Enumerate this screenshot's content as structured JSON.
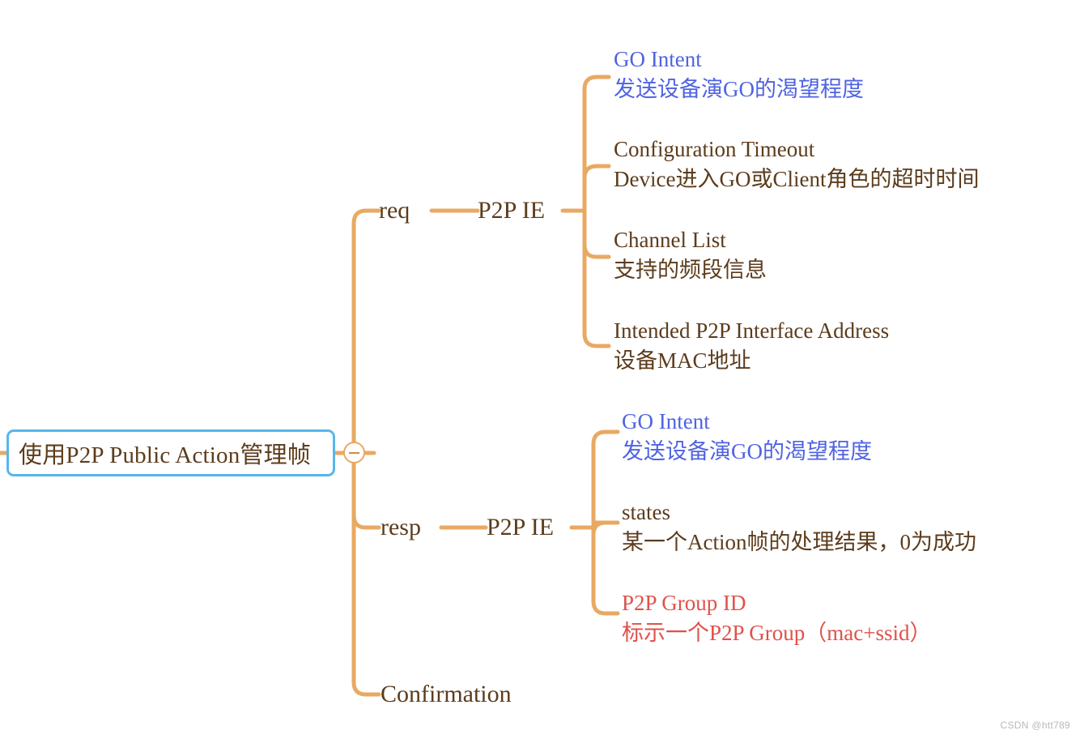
{
  "diagram": {
    "type": "mind-map",
    "orientation": "left-to-right",
    "connector_color": "#e8a963",
    "root_border_color": "#57b6ec",
    "text_colors": {
      "brown": "#5c3c1c",
      "blue": "#4f63e2",
      "red": "#e0514a"
    },
    "root": {
      "label": "使用P2P Public Action管理帧",
      "collapse_state": "expanded",
      "collapse_icon": "minus-circle-icon"
    },
    "branches": [
      {
        "label": "req",
        "child_label": "P2P IE",
        "leaves": [
          {
            "title": "GO Intent",
            "desc": "发送设备演GO的渴望程度",
            "color": "blue"
          },
          {
            "title": "Configuration Timeout",
            "desc": "Device进入GO或Client角色的超时时间",
            "color": "brown"
          },
          {
            "title": "Channel List",
            "desc": "支持的频段信息",
            "color": "brown"
          },
          {
            "title": "Intended P2P Interface Address",
            "desc": "设备MAC地址",
            "color": "brown"
          }
        ]
      },
      {
        "label": "resp",
        "child_label": "P2P IE",
        "leaves": [
          {
            "title": "GO Intent",
            "desc": "发送设备演GO的渴望程度",
            "color": "blue"
          },
          {
            "title": "states",
            "desc": "某一个Action帧的处理结果，0为成功",
            "color": "brown"
          },
          {
            "title": "P2P Group ID",
            "desc": "标示一个P2P Group（mac+ssid）",
            "color": "red"
          }
        ]
      },
      {
        "label": "Confirmation",
        "child_label": null,
        "leaves": []
      }
    ]
  },
  "watermark": {
    "text": "CSDN @htt789"
  }
}
